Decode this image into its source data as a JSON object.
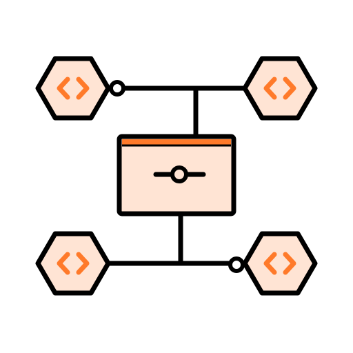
{
  "icon": {
    "name": "api-network-icon",
    "colors": {
      "outline": "#000000",
      "fill": "#FFE4D4",
      "accent": "#FF7A2A",
      "background": "#FFFFFF"
    },
    "nodes": [
      {
        "name": "hex-node-top-left",
        "glyph": "code-brackets-icon"
      },
      {
        "name": "hex-node-top-right",
        "glyph": "code-brackets-icon"
      },
      {
        "name": "hex-node-bottom-left",
        "glyph": "code-brackets-icon"
      },
      {
        "name": "hex-node-bottom-right",
        "glyph": "code-brackets-icon"
      }
    ],
    "hub": {
      "name": "central-window",
      "glyph": "slider-icon"
    }
  }
}
